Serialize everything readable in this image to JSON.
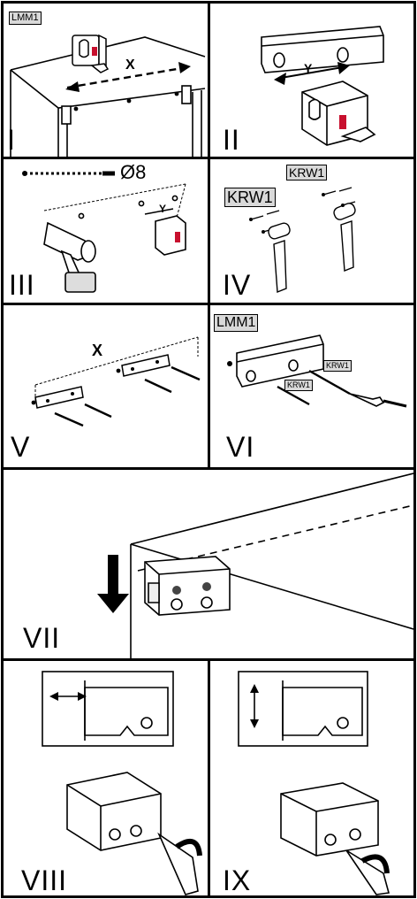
{
  "steps": {
    "s1": "I",
    "s2": "II",
    "s3": "III",
    "s4": "IV",
    "s5": "V",
    "s6": "VI",
    "s7": "VII",
    "s8": "VIII",
    "s9": "IX"
  },
  "labels": {
    "lmm1": "LMM1",
    "krw1": "KRW1",
    "dim_x": "X",
    "dim_y": "Y",
    "drill_size": "Ø8"
  },
  "colors": {
    "line": "#000000",
    "tag_fill": "#d9d9d9",
    "accent": "#c8102e"
  }
}
